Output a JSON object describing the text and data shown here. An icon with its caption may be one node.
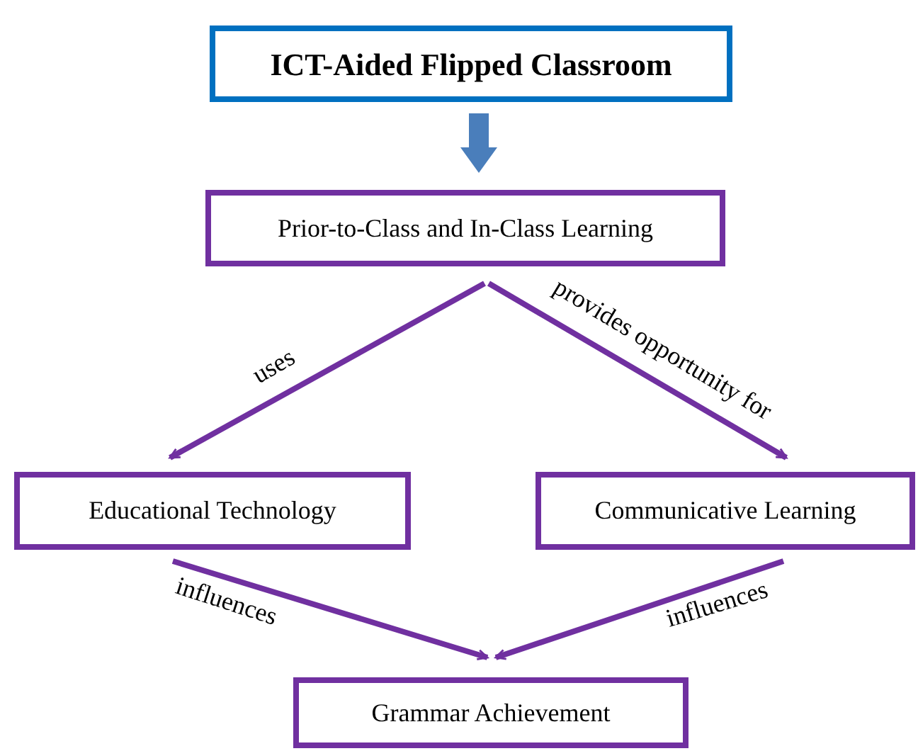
{
  "diagram": {
    "nodes": [
      {
        "text": [
          "ICT-Aided Flipped Classroom"
        ]
      },
      {
        "text": [
          "Prior-to-Class and In-Class Learning"
        ]
      },
      {
        "text": [
          "Educational Technology"
        ]
      },
      {
        "text": [
          "Communicative Learning"
        ]
      },
      {
        "text": [
          "Grammar Achievement"
        ]
      }
    ],
    "edges": [
      {
        "from": 0,
        "to": 1,
        "arrow": "to",
        "style": "thick",
        "color": "#4a7ebb"
      },
      {
        "from": 1,
        "to": 2,
        "arrow": "to",
        "label": "uses"
      },
      {
        "from": 1,
        "to": 3,
        "arrow": "to",
        "label": "provides opportunity for"
      },
      {
        "from": 2,
        "to": 4,
        "arrow": "to",
        "label": "influences"
      },
      {
        "from": 3,
        "to": 4,
        "arrow": "to",
        "label": "influences"
      }
    ]
  }
}
